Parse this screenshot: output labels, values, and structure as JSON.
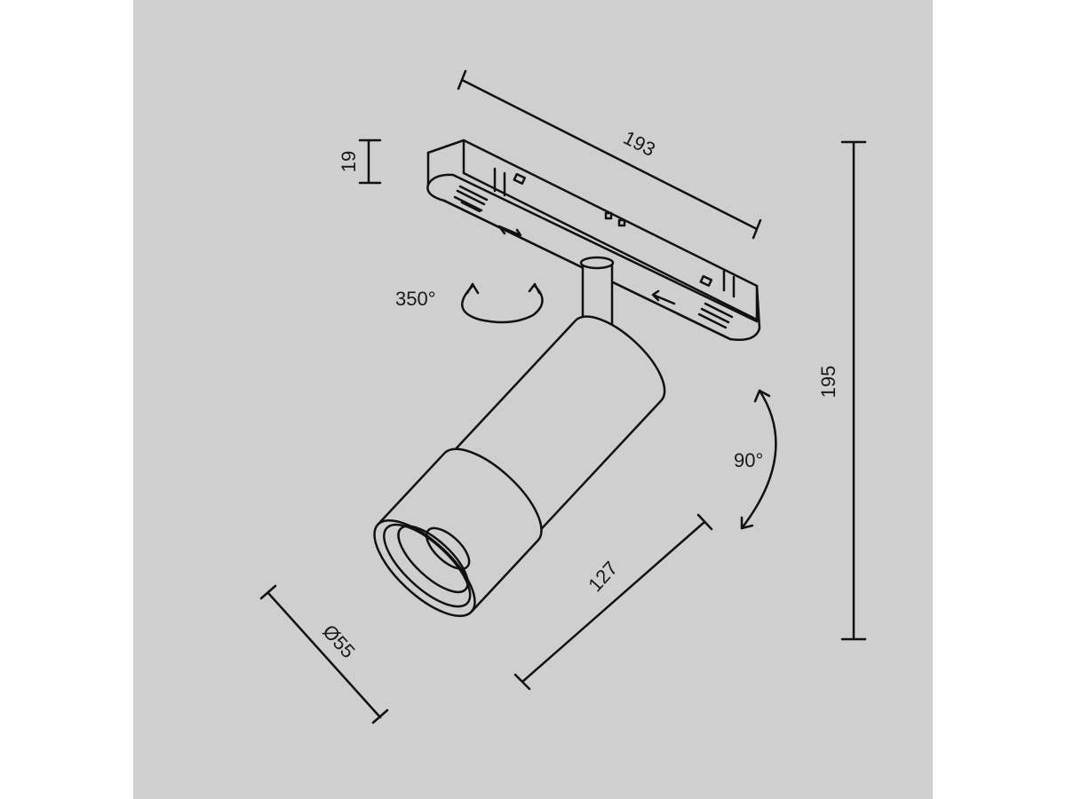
{
  "drawing": {
    "labels": {
      "track_length": "193",
      "track_height": "19",
      "rotation": "350°",
      "total_height": "195",
      "tilt": "90°",
      "body_length": "127",
      "diameter": "Ø55"
    },
    "colors": {
      "background": "#cfcfcf",
      "line": "#111111",
      "margin": "#ffffff"
    }
  }
}
